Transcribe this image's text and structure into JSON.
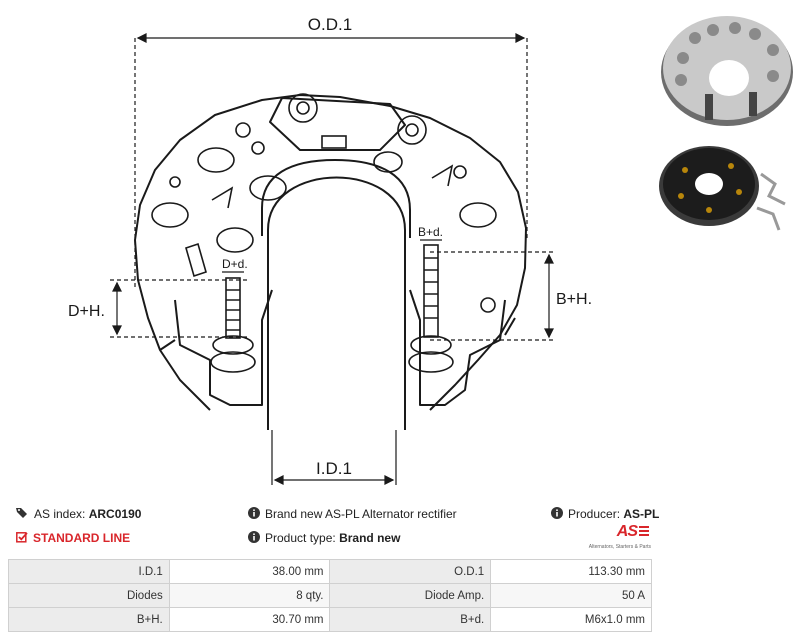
{
  "drawing": {
    "od_label": "O.D.1",
    "id_label": "I.D.1",
    "dh_label": "D+H.",
    "bh_label": "B+H.",
    "dd_label": "D+d.",
    "bd_label": "B+d."
  },
  "info": {
    "as_index_label": "AS index:",
    "as_index_value": "ARC0190",
    "description": "Brand new AS-PL Alternator rectifier",
    "producer_label": "Producer:",
    "producer_value": "AS-PL",
    "line_label": "STANDARD LINE",
    "product_type_label": "Product type:",
    "product_type_value": "Brand new",
    "logo_text": "AS",
    "logo_tagline": "Alternators, Starters & Parts"
  },
  "specs": [
    {
      "label1": "I.D.1",
      "value1": "38.00 mm",
      "label2": "O.D.1",
      "value2": "113.30 mm"
    },
    {
      "label1": "Diodes",
      "value1": "8 qty.",
      "label2": "Diode Amp.",
      "value2": "50 A"
    },
    {
      "label1": "B+H.",
      "value1": "30.70 mm",
      "label2": "B+d.",
      "value2": "M6x1.0 mm"
    }
  ],
  "colors": {
    "accent_red": "#d9262b",
    "text": "#222222",
    "table_label_bg": "#ececec"
  }
}
